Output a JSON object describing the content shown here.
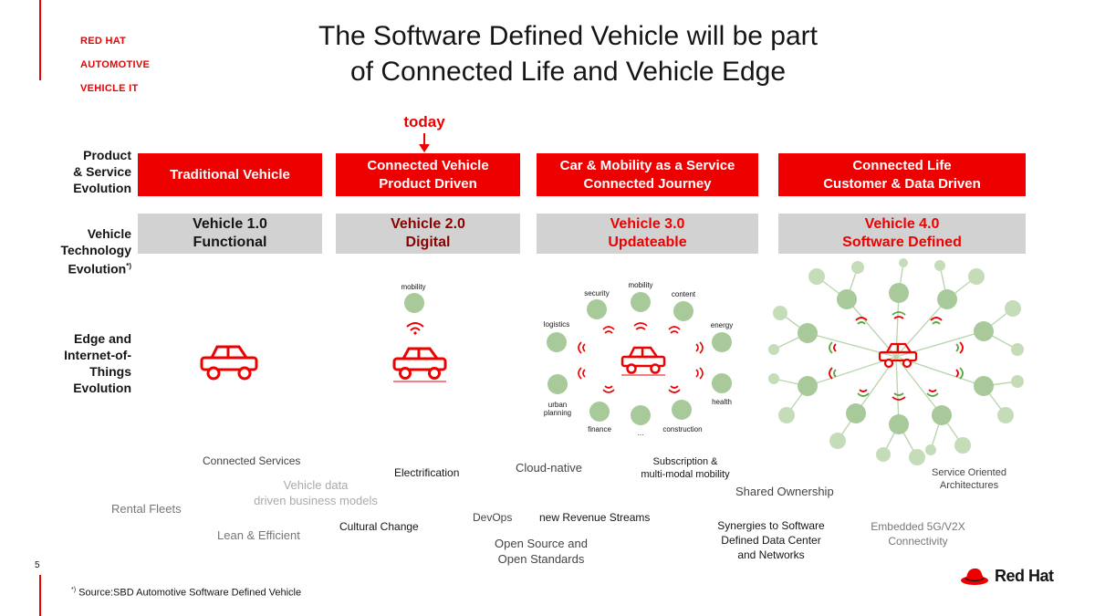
{
  "brand": {
    "line1": "RED HAT",
    "line2": "AUTOMOTIVE",
    "line3": "VEHICLE IT"
  },
  "title": "The Software Defined Vehicle will be part\nof Connected Life and Vehicle Edge",
  "today_label": "today",
  "row_labels": {
    "product": "Product\n& Service\nEvolution",
    "technology": "Vehicle\nTechnology\nEvolution",
    "technology_mark": "*)",
    "edge": "Edge and\nInternet-of-\nThings\nEvolution"
  },
  "phases": [
    {
      "product": "Traditional Vehicle",
      "tech": "Vehicle 1.0\nFunctional"
    },
    {
      "product": "Connected Vehicle\nProduct Driven",
      "tech": "Vehicle 2.0\nDigital"
    },
    {
      "product": "Car & Mobility as a Service\nConnected Journey",
      "tech": "Vehicle 3.0\nUpdateable"
    },
    {
      "product": "Connected Life\nCustomer & Data Driven",
      "tech": "Vehicle 4.0\nSoftware Defined"
    }
  ],
  "diagram_labels": {
    "mobility2": "mobility",
    "security": "security",
    "mobility3": "mobility",
    "content": "content",
    "logistics": "logistics",
    "energy": "energy",
    "health": "health",
    "urban": "urban\nplanning",
    "finance": "finance",
    "dots": "...",
    "construction": "construction"
  },
  "keywords": {
    "connected_services": "Connected Services",
    "vehicle_data": "Vehicle data\ndriven business models",
    "rental_fleets": "Rental Fleets",
    "lean": "Lean & Efficient",
    "electrification": "Electrification",
    "cultural_change": "Cultural Change",
    "cloud_native": "Cloud-native",
    "devops": "DevOps",
    "new_revenue": "new Revenue Streams",
    "open_source": "Open Source and\nOpen Standards",
    "subscription": "Subscription &\nmulti-modal mobility",
    "shared_ownership": "Shared Ownership",
    "synergies": "Synergies to Software\nDefined Data Center\nand Networks",
    "embedded_5g": "Embedded 5G/V2X\nConnectivity",
    "service_oriented": "Service Oriented\nArchitectures"
  },
  "footnote": "Source:SBD Automotive Software Defined Vehicle",
  "footnote_mark": "*)",
  "page_number": "5",
  "logo_text": "Red Hat",
  "colors": {
    "red": "#ee0000",
    "dark_red": "#8b0000",
    "grey_box": "#d2d2d2",
    "green_node": "#a8c99a"
  }
}
